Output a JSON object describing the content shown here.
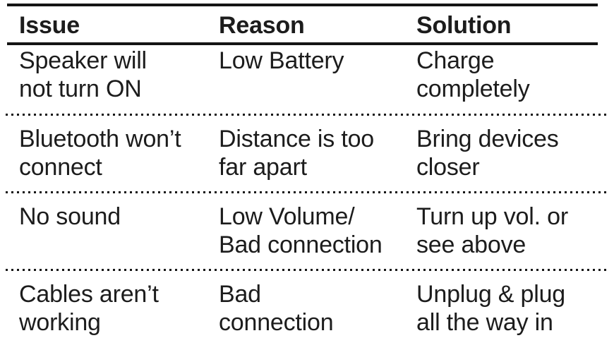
{
  "table": {
    "columns": [
      {
        "label": "Issue"
      },
      {
        "label": "Reason"
      },
      {
        "label": "Solution"
      }
    ],
    "rows": [
      {
        "issue": "Speaker will\nnot turn ON",
        "reason": "Low Battery",
        "solution": "Charge\ncompletely"
      },
      {
        "issue": "Bluetooth won’t\nconnect",
        "reason": "Distance is too\nfar apart",
        "solution": "Bring devices\ncloser"
      },
      {
        "issue": "No sound",
        "reason": "Low Volume/\nBad connection",
        "solution": "Turn up vol. or\nsee above"
      },
      {
        "issue": "Cables aren’t\nworking",
        "reason": "Bad\nconnection",
        "solution": "Unplug & plug\nall the way in"
      }
    ]
  },
  "colors": {
    "text": "#1c1c1c",
    "rule": "#141414",
    "background": "#ffffff"
  }
}
